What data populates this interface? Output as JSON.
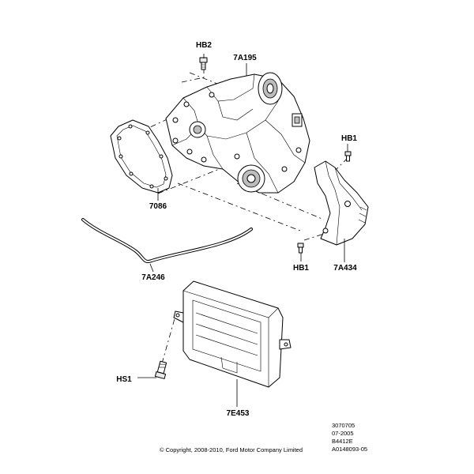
{
  "labels": {
    "hb2": "HB2",
    "part_7a195": "7A195",
    "hb1_top": "HB1",
    "part_7086": "7086",
    "part_7a246": "7A246",
    "hb1_bottom": "HB1",
    "part_7a434": "7A434",
    "hs1": "HS1",
    "part_7e453": "7E453"
  },
  "info": {
    "line1": "3070705",
    "line2": "07-2005",
    "line3": "B4412E",
    "line4": "A0148093-05"
  },
  "copyright": "© Copyright, 2008-2010, Ford Motor Company Limited"
}
